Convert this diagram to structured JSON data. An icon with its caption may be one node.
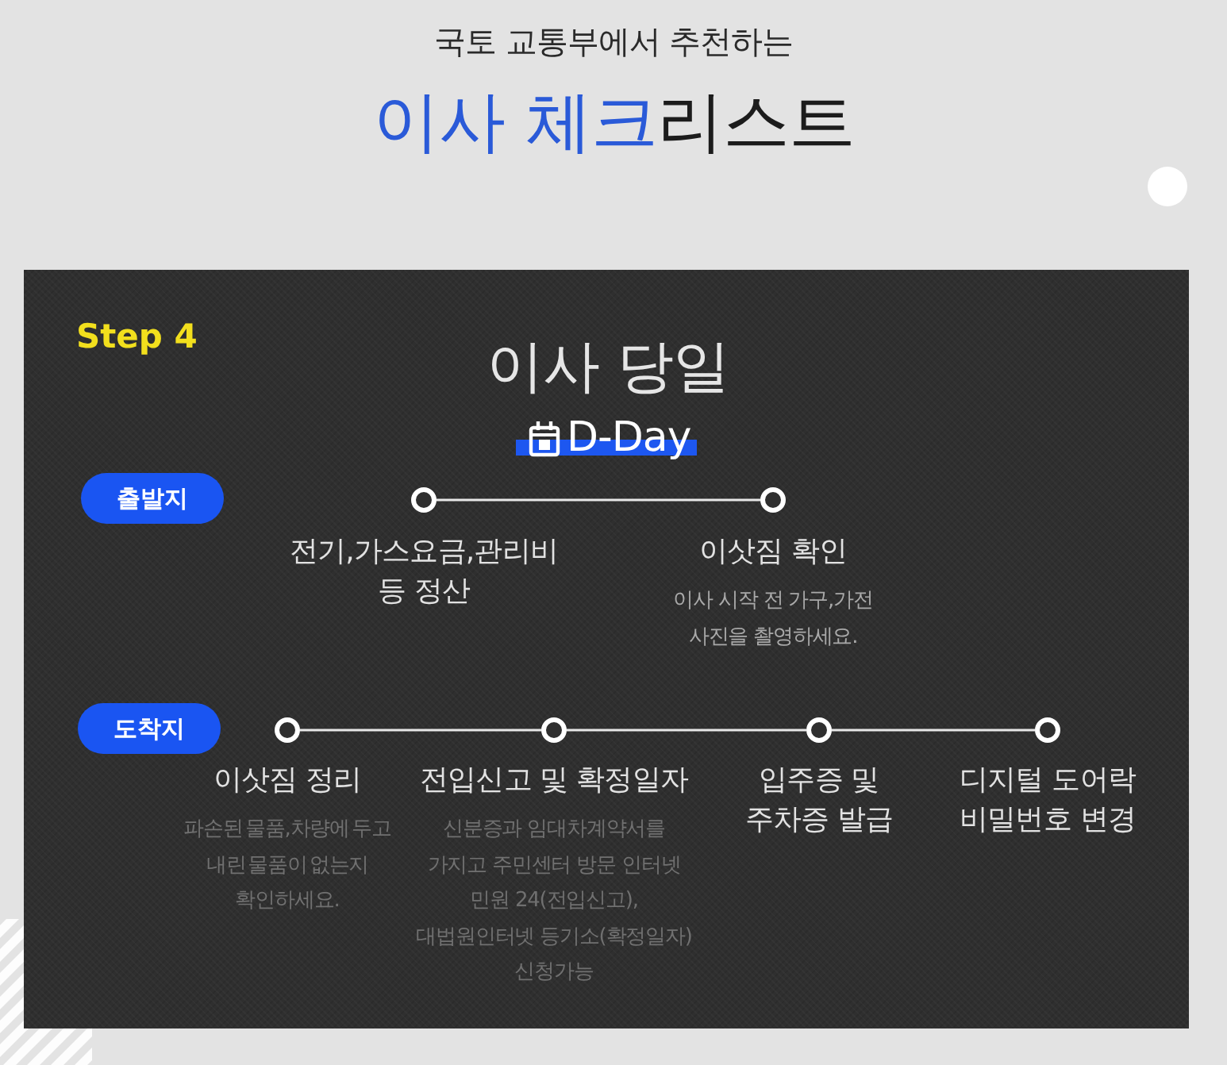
{
  "diagram": {
    "title": "**이사 체크**리스트",
    "nodes": [
      {
        "text": [
          "Step 4",
          "이사 당일"
        ]
      },
      {
        "text": [
          "D-Day"
        ],
        "in": 0
      },
      {
        "text": [
          "출발지"
        ],
        "in": 0
      },
      {
        "text": [],
        "shape": "circle",
        "in": 0,
        "beside": [
          "전기,가스요금,관리비 등 정산"
        ]
      },
      {
        "text": [],
        "shape": "circle",
        "in": 0,
        "beside": [
          "이삿짐 확인",
          "이사 시작 전 가구,가전 사진을 촬영하세요."
        ]
      },
      {
        "text": [
          "도착지"
        ],
        "in": 0
      },
      {
        "text": [],
        "shape": "circle",
        "in": 0,
        "beside": [
          "이삿짐 정리",
          "파손된 물품,차량에 두고 내린 물품이 없는지 확인하세요."
        ]
      },
      {
        "text": [],
        "shape": "circle",
        "in": 0,
        "beside": [
          "전입신고 및 확정일자",
          "신분증과 임대차계약서를 가지고 주민센터 방문 인터넷 민원 24(전입신고), 대법원인터넷 등기소(확정일자) 신청가능"
        ]
      },
      {
        "text": [],
        "shape": "circle",
        "in": 0,
        "beside": [
          "입주증 및 주차증 발급"
        ]
      },
      {
        "text": [],
        "shape": "circle",
        "in": 0,
        "beside": [
          "디지털 도어락 비밀번호 변경"
        ]
      }
    ],
    "edges": [
      {
        "from": 3,
        "to": 4,
        "arrow": "none"
      },
      {
        "from": 6,
        "to": 7,
        "arrow": "none"
      },
      {
        "from": 7,
        "to": 8,
        "arrow": "none"
      },
      {
        "from": 8,
        "to": 9,
        "arrow": "none"
      }
    ],
    "labels": [
      "국토 교통부에서 추천하는"
    ]
  }
}
